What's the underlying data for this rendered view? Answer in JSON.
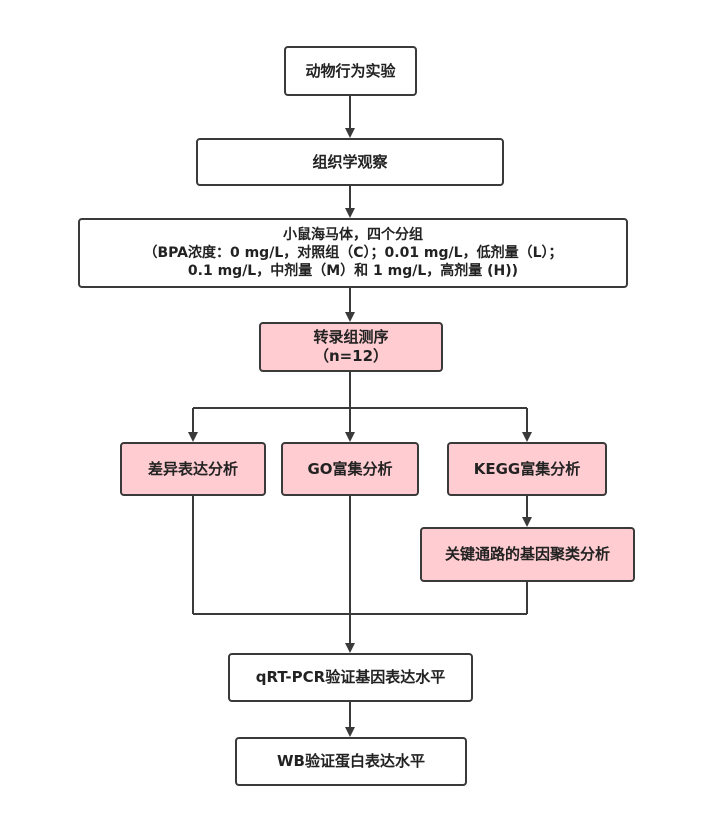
{
  "colors": {
    "stroke": "#3a3a3a",
    "text": "#222222",
    "box_fill": "#ffffff",
    "highlight_fill": "#ffccd1",
    "background": "#ffffff"
  },
  "nodes": {
    "behavior": "动物行为实验",
    "histology": "组织学观察",
    "groups": {
      "line1": "小鼠海马体，四个分组",
      "line2": "（BPA浓度：0 mg/L，对照组（C）；0.01 mg/L，低剂量（L）；",
      "line3": "0.1 mg/L，中剂量（M）和 1 mg/L，高剂量 (H))"
    },
    "transcriptome": {
      "line1": "转录组测序",
      "line2": "（n=12）"
    },
    "diff_expr": "差异表达分析",
    "go": "GO富集分析",
    "kegg": "KEGG富集分析",
    "key_pathway": "关键通路的基因聚类分析",
    "qpcr": "qRT-PCR验证基因表达水平",
    "wb": "WB验证蛋白表达水平"
  }
}
